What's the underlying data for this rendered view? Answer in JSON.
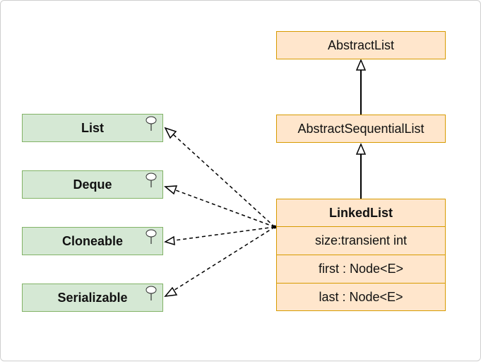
{
  "interfaces": [
    {
      "name": "List"
    },
    {
      "name": "Deque"
    },
    {
      "name": "Cloneable"
    },
    {
      "name": "Serializable"
    }
  ],
  "classes": {
    "abstract_list": "AbstractList",
    "abstract_sequential_list": "AbstractSequentialList",
    "linked_list": {
      "name": "LinkedList",
      "fields": [
        "size:transient int",
        "first : Node<E>",
        "last : Node<E>"
      ]
    }
  },
  "colors": {
    "interface_fill": "#d5e8d4",
    "interface_border": "#82b366",
    "class_fill": "#ffe6cc",
    "class_border": "#d79b00"
  },
  "icons": {
    "interface_marker": "lollipop-icon"
  }
}
